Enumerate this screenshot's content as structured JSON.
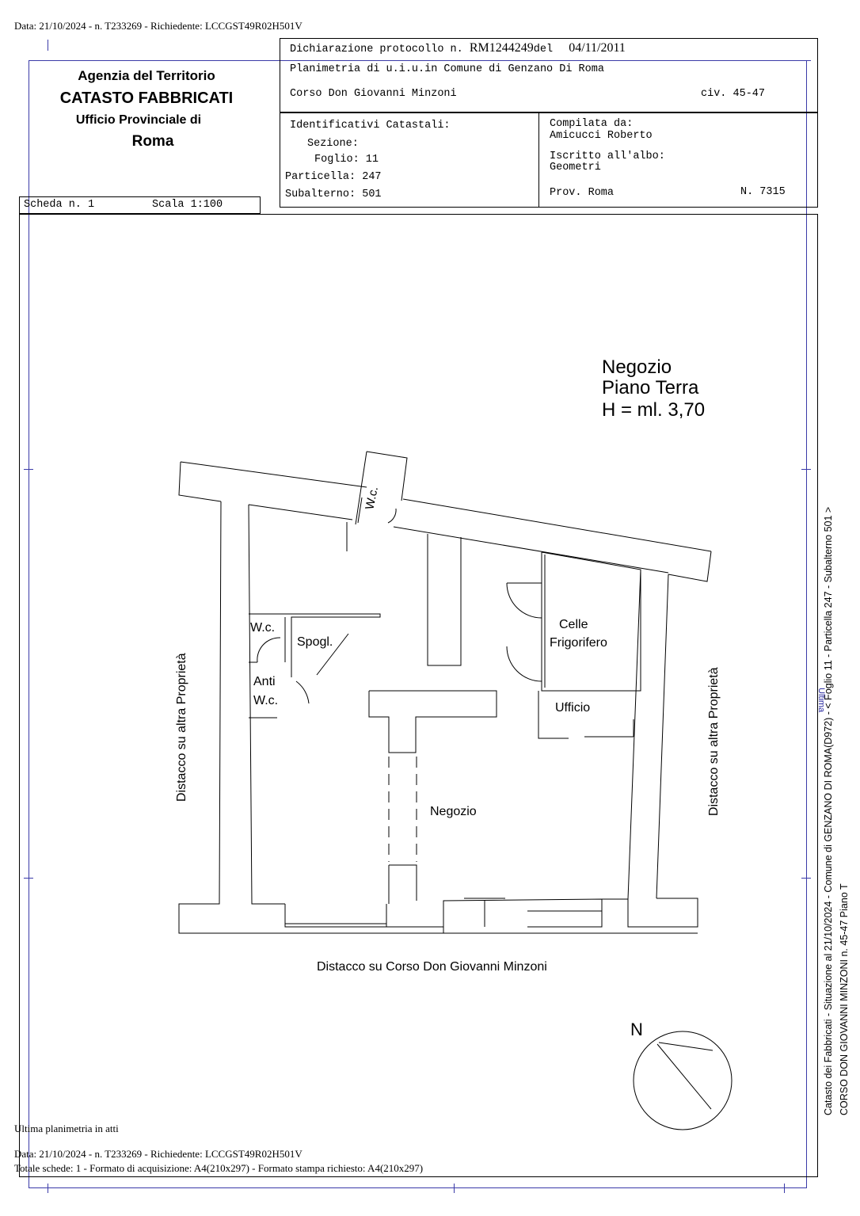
{
  "top_line": "Data: 21/10/2024 - n. T233269 - Richiedente: LCCGST49R02H501V",
  "agency": {
    "line1": "Agenzia del Territorio",
    "line2": "CATASTO FABBRICATI",
    "line3": "Ufficio Provinciale di",
    "line4": "Roma"
  },
  "declaration": {
    "prefix": "Dichiarazione protocollo n.",
    "number": "RM1244249",
    "del_label": "del",
    "date": "04/11/2011",
    "planimetria": "Planimetria di u.i.u.in Comune di Genzano Di Roma",
    "address": "Corso Don Giovanni Minzoni",
    "civ": "civ. 45-47"
  },
  "identificativi": {
    "title": "Identificativi Catastali:",
    "sezione": "Sezione:",
    "foglio": "Foglio: 11",
    "particella": "Particella: 247",
    "subalterno": "Subalterno: 501"
  },
  "compilata": {
    "label": "Compilata da:",
    "name": "Amicucci Roberto",
    "iscritto": "Iscritto all'albo:",
    "albo": "Geometri",
    "prov": "Prov. Roma",
    "numero": "N.  7315"
  },
  "scheda": {
    "scheda": "Scheda n. 1",
    "scala": "Scala 1:100"
  },
  "plan": {
    "title1": "Negozio",
    "title2": "Piano Terra",
    "title3": "H = ml. 3,70",
    "wc_top": "W.c.",
    "wc": "W.c.",
    "spogl": "Spogl.",
    "anti1": "Anti",
    "anti2": "W.c.",
    "celle1": "Celle",
    "celle2": "Frigorifero",
    "ufficio": "Ufficio",
    "negozio": "Negozio",
    "distacco_left": "Distacco su altra Proprietà",
    "distacco_right": "Distacco su altra Proprietà",
    "distacco_bottom": "Distacco su Corso Don Giovanni Minzoni",
    "north": "N"
  },
  "side_text": {
    "line1": "Catasto dei Fabbricati - Situazione al 21/10/2024 - Comune di GENZANO DI ROMA(D972) - < Foglio 11 - Particella  247 - Subalterno 501 >",
    "line2": "CORSO DON GIOVANNI MINZONI n. 45-47 Piano T",
    "stamp": "Ultima"
  },
  "footer": {
    "ultima": "Ultima planimetria in atti",
    "data": "Data: 21/10/2024 - n. T233269 - Richiedente: LCCGST49R02H501V",
    "totale": "Totale schede: 1 - Formato di acquisizione: A4(210x297)  - Formato stampa richiesto: A4(210x297)"
  }
}
